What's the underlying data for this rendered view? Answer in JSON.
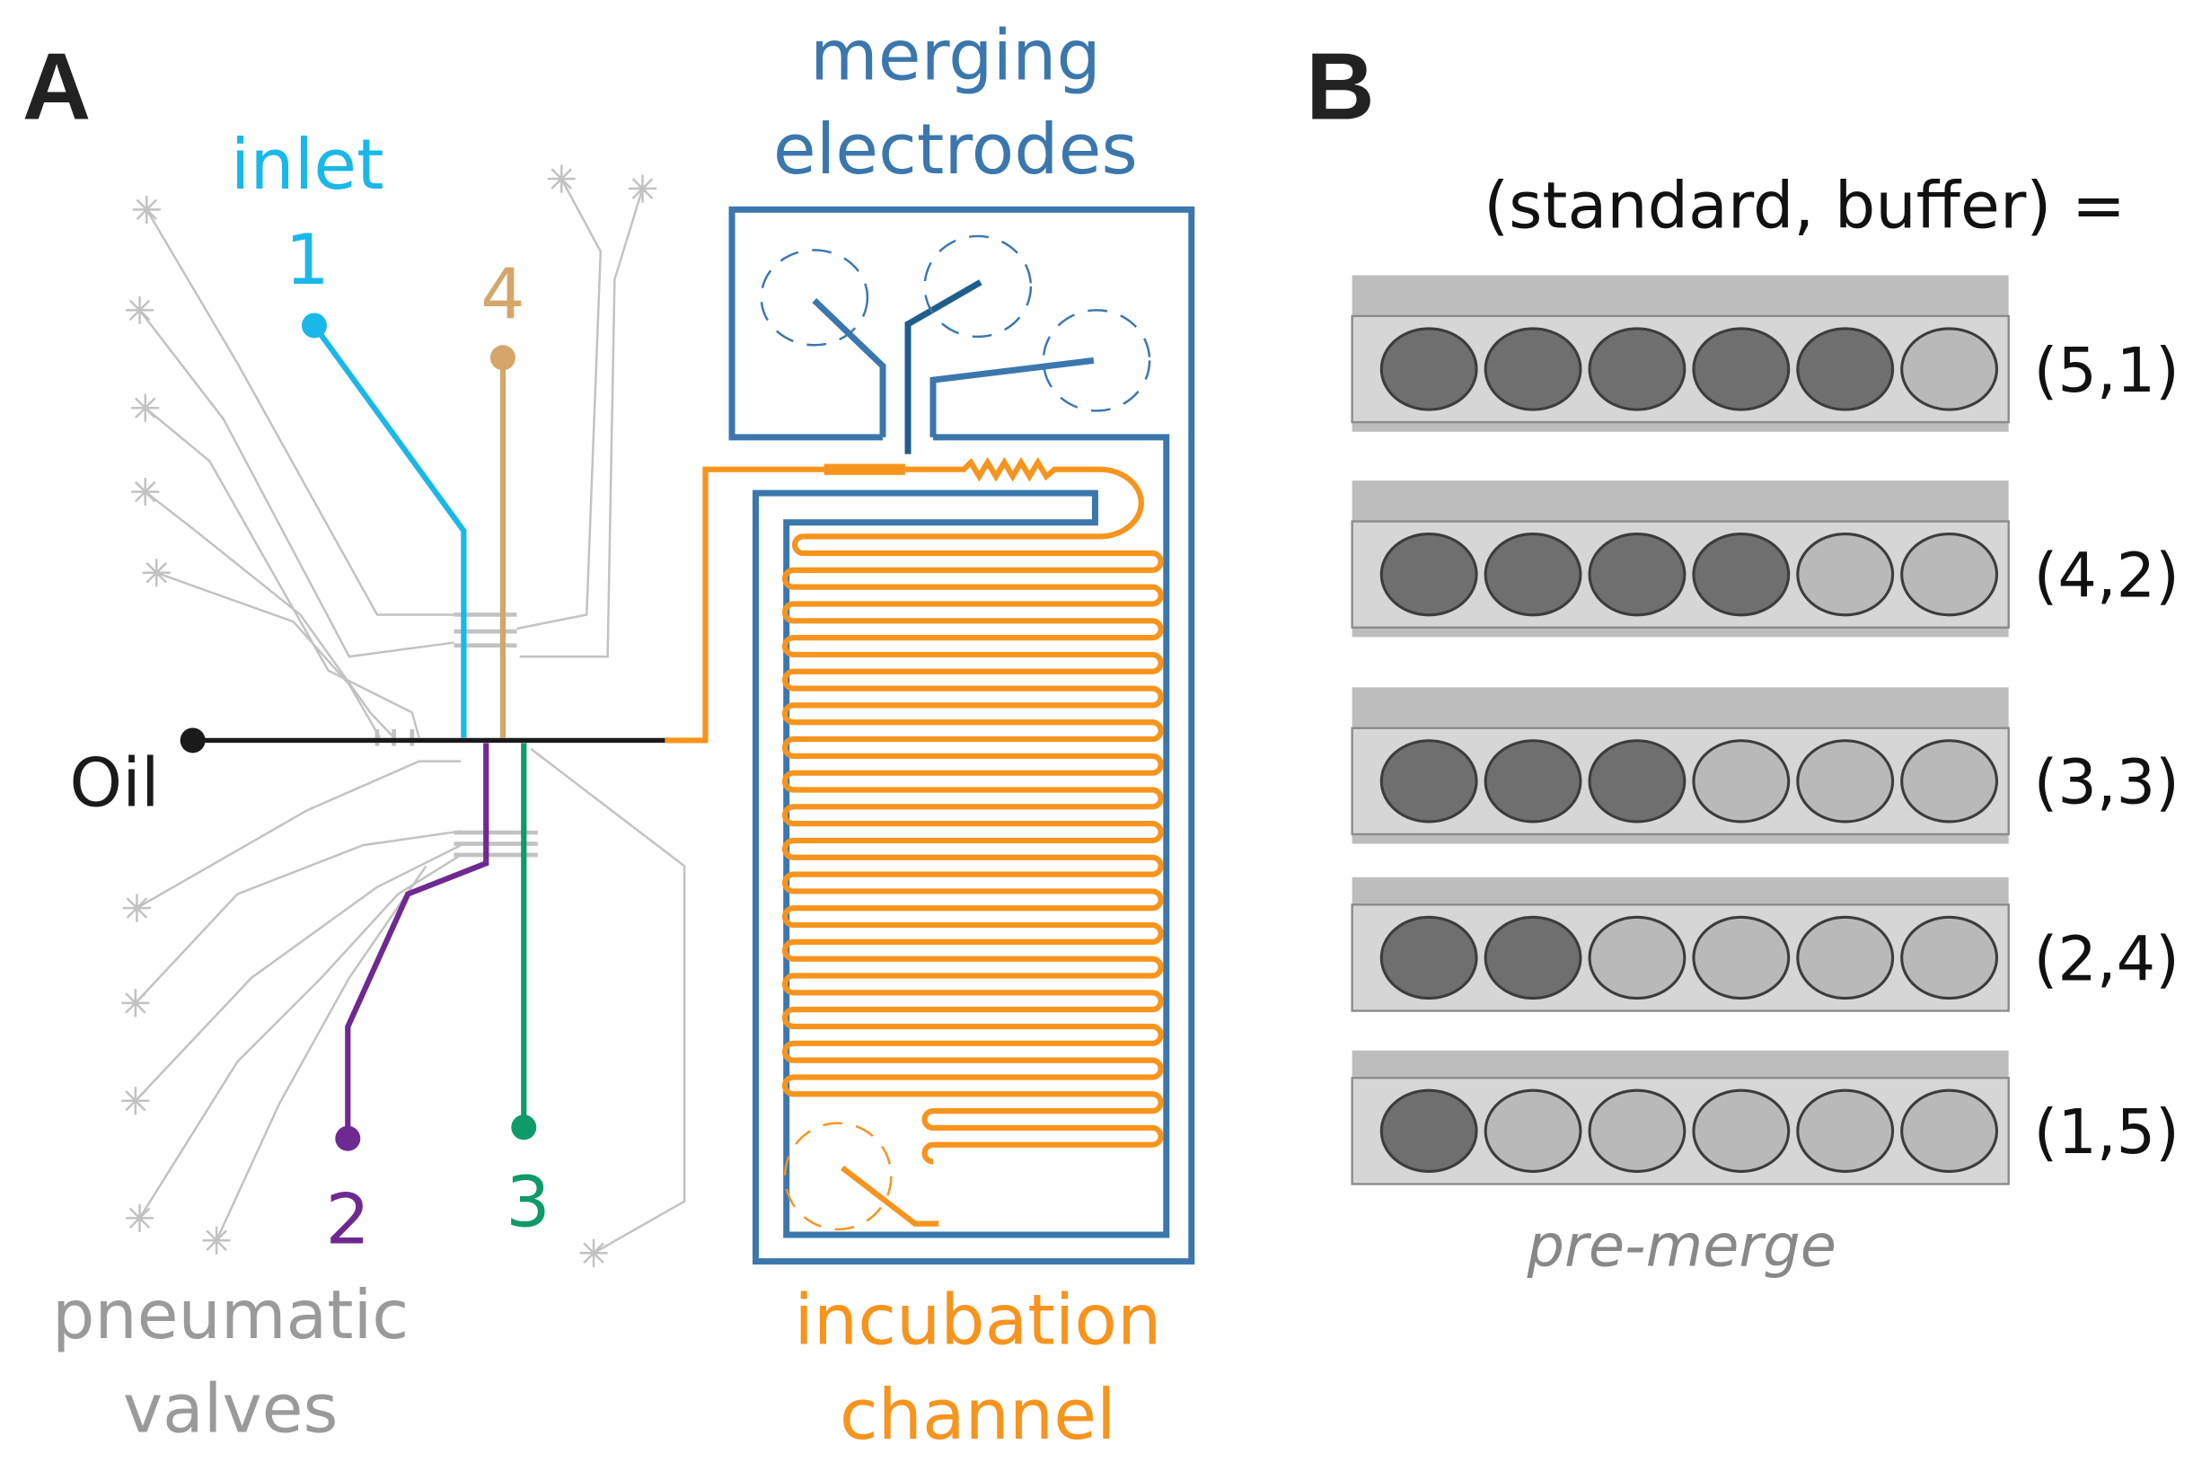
{
  "panel_a": {
    "letter": "A",
    "inlet_label": "inlet",
    "inlets": [
      {
        "id": "1",
        "color": "#1ab8e8"
      },
      {
        "id": "4",
        "color": "#d4a66a"
      },
      {
        "id": "2",
        "color": "#6e2a91"
      },
      {
        "id": "3",
        "color": "#109a6a"
      }
    ],
    "oil_label": "Oil",
    "oil_color": "#1a1a1a",
    "electrodes_label_line1": "merging",
    "electrodes_label_line2": "electrodes",
    "electrode_color": "#3b77ad",
    "incubation_label_line1": "incubation",
    "incubation_label_line2": "channel",
    "channel_color": "#f7941d",
    "valves_label_line1": "pneumatic",
    "valves_label_line2": "valves",
    "valve_color": "#bbbbbb"
  },
  "panel_b": {
    "letter": "B",
    "header": "(standard, buffer) =",
    "footer": "pre-merge",
    "rows": [
      {
        "label": "(5,1)",
        "standard": 5,
        "buffer": 1
      },
      {
        "label": "(4,2)",
        "standard": 4,
        "buffer": 2
      },
      {
        "label": "(3,3)",
        "standard": 3,
        "buffer": 3
      },
      {
        "label": "(2,4)",
        "standard": 2,
        "buffer": 4
      },
      {
        "label": "(1,5)",
        "standard": 1,
        "buffer": 5
      }
    ]
  }
}
